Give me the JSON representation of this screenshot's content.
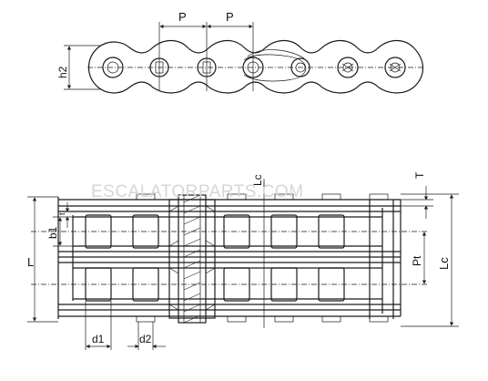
{
  "labels": {
    "pitch_left": "P",
    "pitch_right": "P",
    "h2": "h2",
    "lc_top": "Lc",
    "t_small": "t",
    "T": "T",
    "b1": "b1",
    "L": "L",
    "Pt": "Pt",
    "Lc_right": "Lc",
    "d1": "d1",
    "d2": "d2"
  },
  "watermark": "ESCALATORPARTS.COM"
}
